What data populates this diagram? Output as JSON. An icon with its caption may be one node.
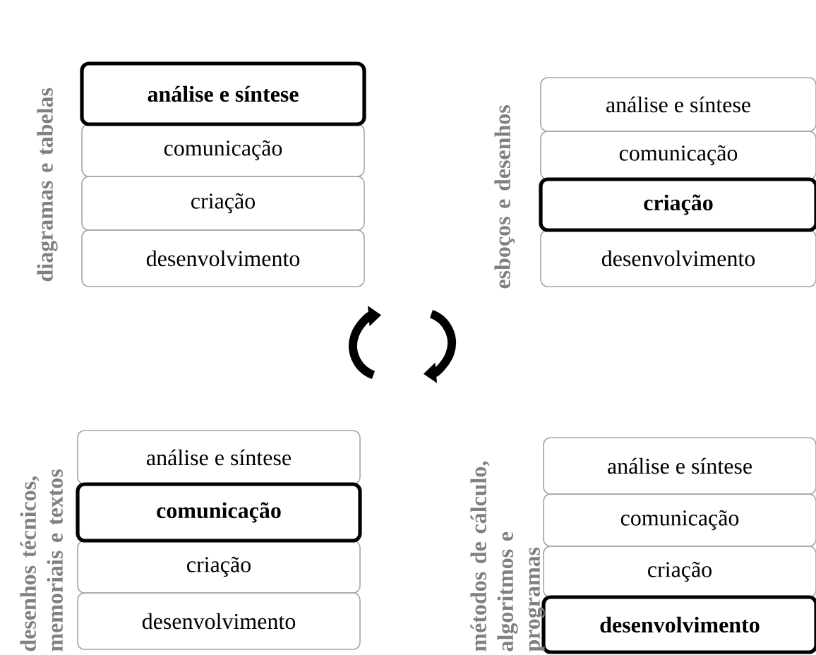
{
  "diagram": {
    "nodes": [
      {
        "text": [
          "análise e síntese"
        ]
      },
      {
        "text": [
          "comunicação"
        ]
      },
      {
        "text": [
          "criação"
        ]
      },
      {
        "text": [
          "desenvolvimento"
        ]
      },
      {
        "text": [
          "análise e síntese"
        ]
      },
      {
        "text": [
          "comunicação"
        ]
      },
      {
        "text": [
          "criação"
        ]
      },
      {
        "text": [
          "desenvolvimento"
        ]
      },
      {
        "text": [
          "análise e síntese"
        ]
      },
      {
        "text": [
          "comunicação"
        ]
      },
      {
        "text": [
          "criação"
        ]
      },
      {
        "text": [
          "desenvolvimento"
        ]
      },
      {
        "text": [
          "análise e síntese"
        ]
      },
      {
        "text": [
          "comunicação"
        ]
      },
      {
        "text": [
          "criação"
        ]
      },
      {
        "text": [
          "desenvolvimento"
        ]
      }
    ],
    "edges": [],
    "labels": [
      "diagramas e tabelas",
      "esboços e desenhos",
      "desenhos técnicos, memoriais e textos",
      "métodos de cálculo, algoritmos e programas"
    ]
  }
}
